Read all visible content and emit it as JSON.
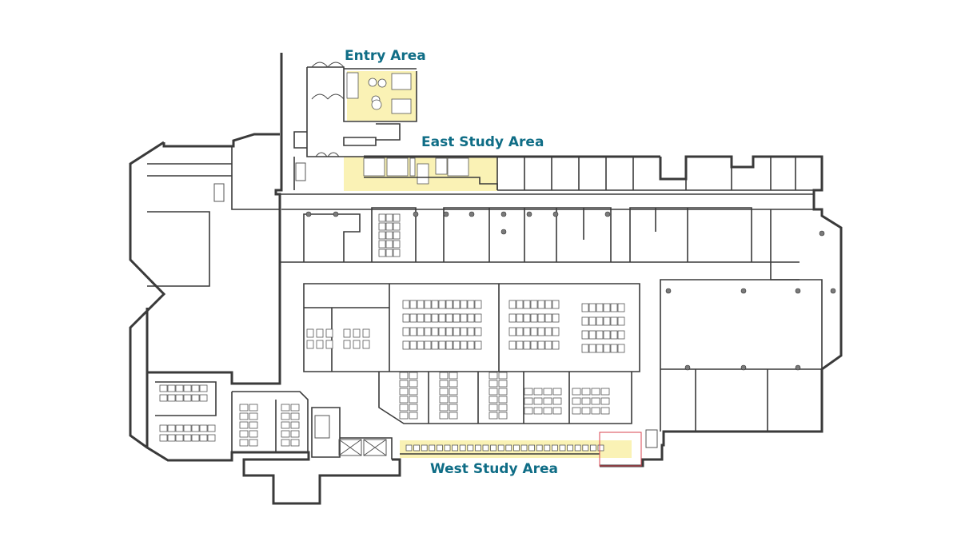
{
  "labels": {
    "entry": "Entry Area",
    "east": "East Study Area",
    "west": "West Study Area"
  },
  "colors": {
    "label": "#0f6d86",
    "highlight": "#faf2b5",
    "marker": "#d9434f",
    "wall": "#3a3a3a"
  },
  "icons": {
    "marker": "selection-box"
  }
}
